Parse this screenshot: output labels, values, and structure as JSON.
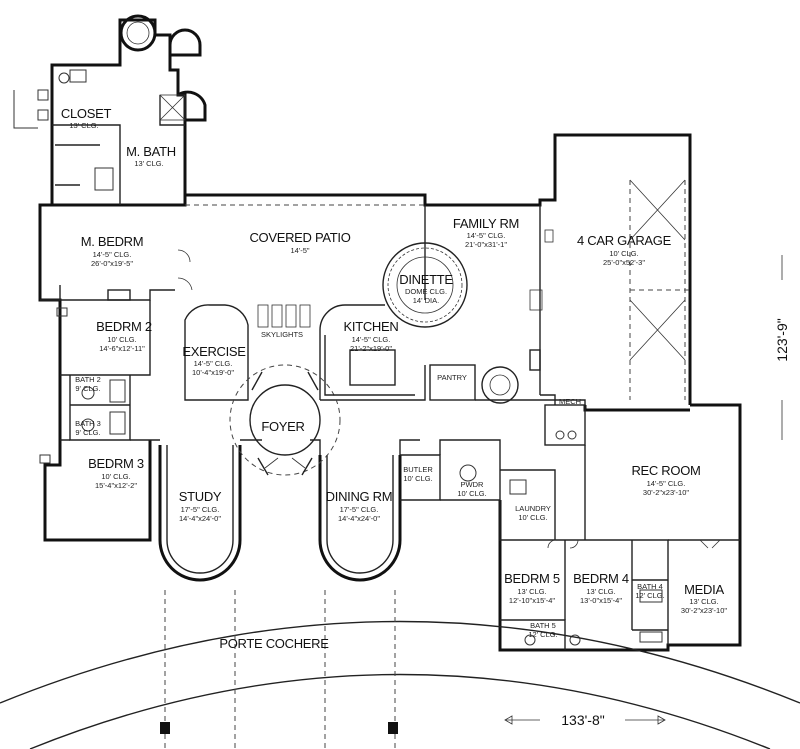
{
  "rooms": {
    "closet": {
      "name": "CLOSET",
      "l1": "13' CLG."
    },
    "mbath": {
      "name": "M. BATH",
      "l1": "13' CLG."
    },
    "mbedrm": {
      "name": "M. BEDRM",
      "l1": "14'-5\" CLG.",
      "l2": "26'-0\"x19'-5\""
    },
    "covered_patio": {
      "name": "COVERED PATIO",
      "l1": "14'-5\""
    },
    "family_rm": {
      "name": "FAMILY RM",
      "l1": "14'-5\" CLG.",
      "l2": "21'-0\"x31'-1\""
    },
    "dinette": {
      "name": "DINETTE",
      "l1": "DOME CLG.",
      "l2": "14' DIA."
    },
    "garage": {
      "name": "4 CAR GARAGE",
      "l1": "10' CLG.",
      "l2": "25'-0\"x52'-3\""
    },
    "bedrm2": {
      "name": "BEDRM 2",
      "l1": "10' CLG.",
      "l2": "14'-6\"x12'-11\""
    },
    "skylights": {
      "name": "SKYLIGHTS"
    },
    "kitchen": {
      "name": "KITCHEN",
      "l1": "14'-5\" CLG.",
      "l2": "21'-2\"x19'-0\""
    },
    "exercise": {
      "name": "EXERCISE",
      "l1": "14'-5\" CLG.",
      "l2": "10'-4\"x19'-0\""
    },
    "bath2": {
      "name": "BATH 2",
      "l1": "9' CLG."
    },
    "bath3": {
      "name": "BATH 3",
      "l1": "9' CLG."
    },
    "pantry": {
      "name": "PANTRY"
    },
    "mech": {
      "name": "MECH"
    },
    "foyer": {
      "name": "FOYER"
    },
    "bedrm3": {
      "name": "BEDRM 3",
      "l1": "10' CLG.",
      "l2": "15'-4\"x12'-2\""
    },
    "butler": {
      "name": "BUTLER",
      "l1": "10' CLG."
    },
    "pwdr": {
      "name": "PWDR",
      "l1": "10' CLG."
    },
    "rec_room": {
      "name": "REC ROOM",
      "l1": "14'-5\" CLG.",
      "l2": "30'-2\"x23'-10\""
    },
    "study": {
      "name": "STUDY",
      "l1": "17'-5\" CLG.",
      "l2": "14'-4\"x24'-0\""
    },
    "dining_rm": {
      "name": "DINING RM",
      "l1": "17'-5\" CLG.",
      "l2": "14'-4\"x24'-0\""
    },
    "laundry": {
      "name": "LAUNDRY",
      "l1": "10' CLG."
    },
    "bedrm5": {
      "name": "BEDRM 5",
      "l1": "13' CLG.",
      "l2": "12'-10\"x15'-4\""
    },
    "bedrm4": {
      "name": "BEDRM 4",
      "l1": "13' CLG.",
      "l2": "13'-0\"x15'-4\""
    },
    "bath4": {
      "name": "BATH 4",
      "l1": "12' CLG."
    },
    "media": {
      "name": "MEDIA",
      "l1": "13' CLG.",
      "l2": "30'-2\"x23'-10\""
    },
    "bath5": {
      "name": "BATH 5",
      "l1": "12' CLG."
    },
    "porte_cochere": {
      "name": "PORTE COCHERE"
    }
  },
  "dimensions": {
    "width": "133'-8\"",
    "depth": "123'-9\""
  }
}
